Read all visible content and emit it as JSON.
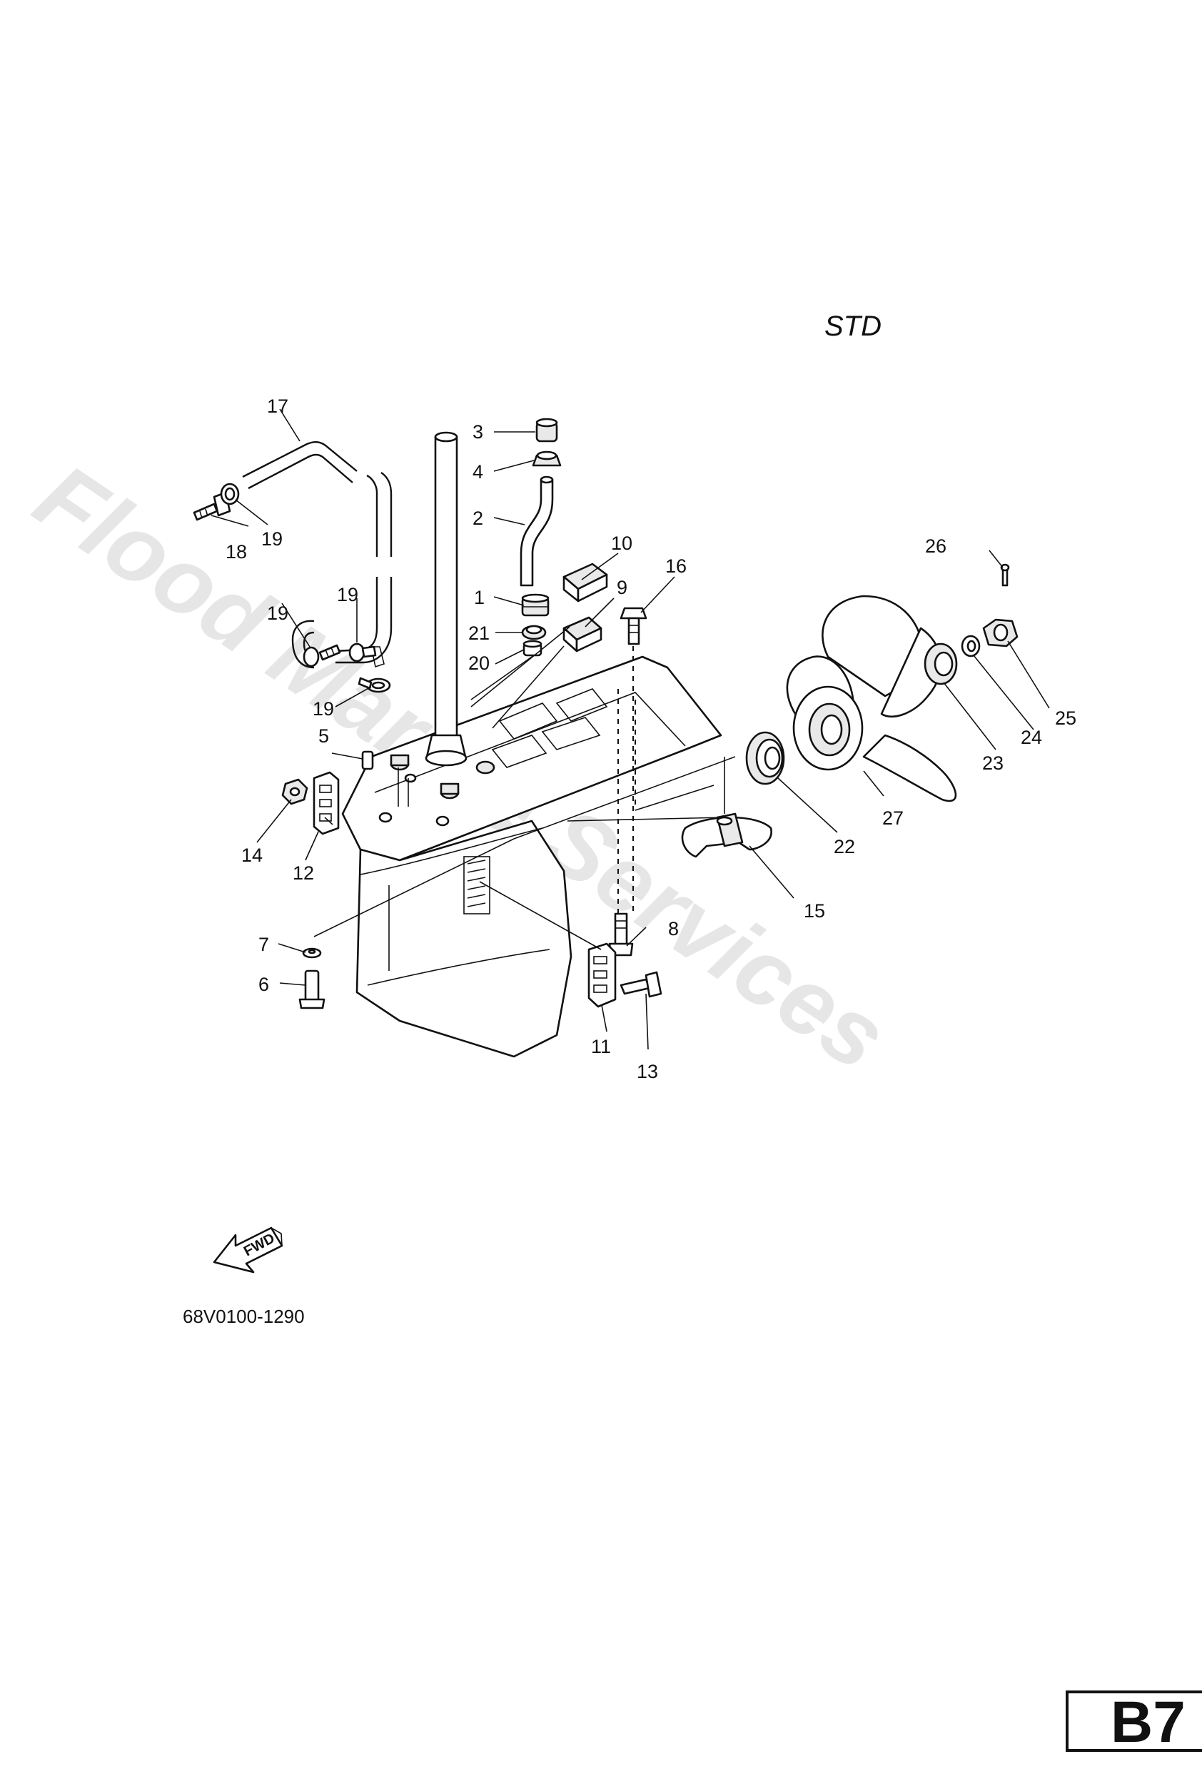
{
  "header": {
    "variant_label": "STD"
  },
  "watermark": {
    "text": "Flood Marine Services",
    "color": "#d0d0d0"
  },
  "diagram": {
    "part_code": "68V0100-1290",
    "fwd_label": "FWD",
    "page_ref": "B7"
  },
  "callouts": [
    {
      "num": "1"
    },
    {
      "num": "2"
    },
    {
      "num": "3"
    },
    {
      "num": "4"
    },
    {
      "num": "5"
    },
    {
      "num": "6"
    },
    {
      "num": "7"
    },
    {
      "num": "8"
    },
    {
      "num": "9"
    },
    {
      "num": "10"
    },
    {
      "num": "11"
    },
    {
      "num": "12"
    },
    {
      "num": "13"
    },
    {
      "num": "14"
    },
    {
      "num": "15"
    },
    {
      "num": "16"
    },
    {
      "num": "17"
    },
    {
      "num": "18"
    },
    {
      "num": "19"
    },
    {
      "num": "19"
    },
    {
      "num": "19"
    },
    {
      "num": "19"
    },
    {
      "num": "20"
    },
    {
      "num": "21"
    },
    {
      "num": "22"
    },
    {
      "num": "23"
    },
    {
      "num": "24"
    },
    {
      "num": "25"
    },
    {
      "num": "26"
    },
    {
      "num": "27"
    }
  ]
}
